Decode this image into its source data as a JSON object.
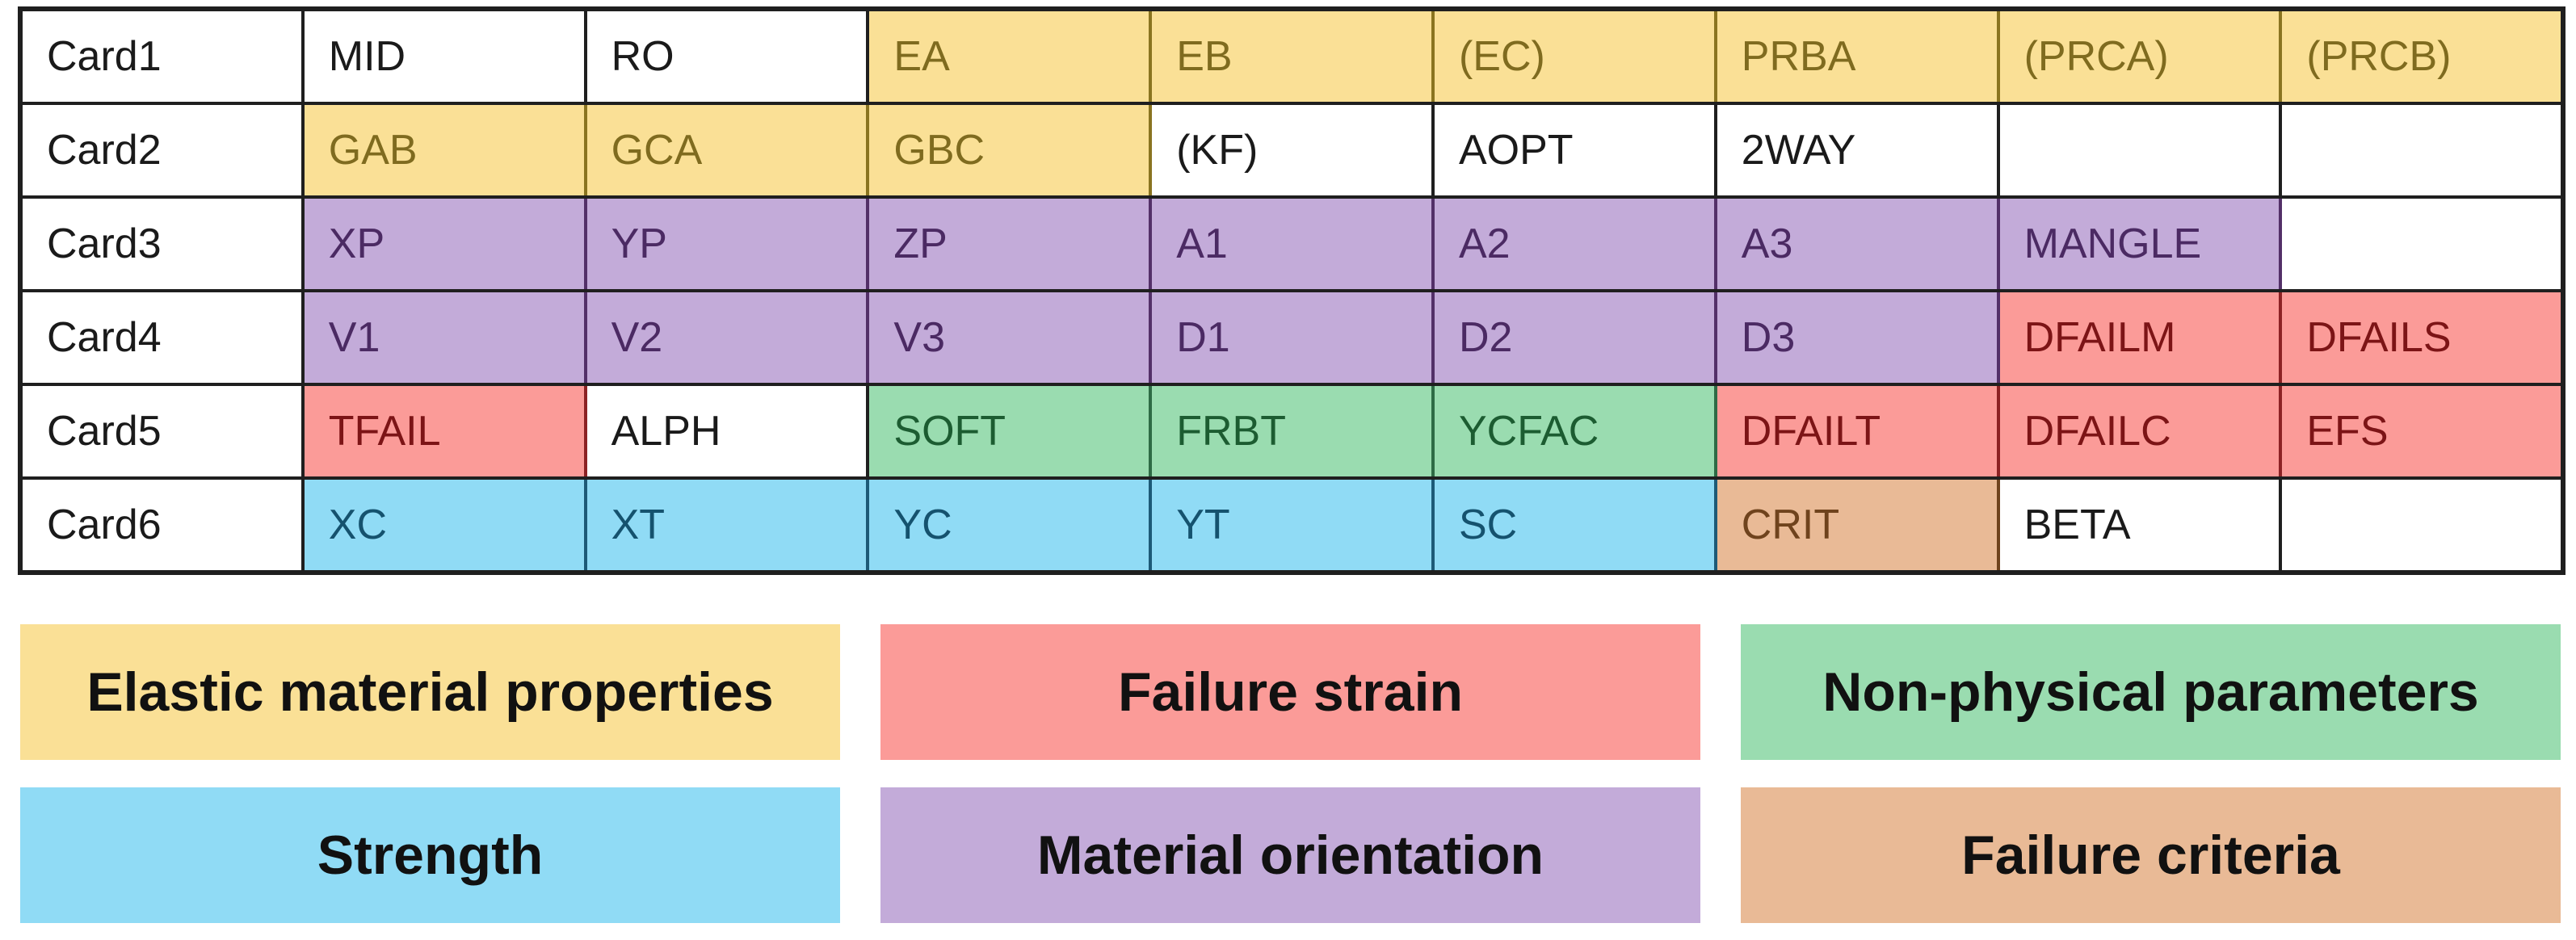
{
  "palette": {
    "white": {
      "bg": "#ffffff",
      "text": "#1a1a1a"
    },
    "yellow": {
      "bg": "#fae096",
      "text": "#7f6b1f",
      "border": "#8a7420"
    },
    "red": {
      "bg": "#fb9b98",
      "text": "#7c1416",
      "border": "#8c2224"
    },
    "purple": {
      "bg": "#c3abd9",
      "text": "#4b2a63",
      "border": "#533068"
    },
    "green": {
      "bg": "#9adcb0",
      "text": "#1c5c31",
      "border": "#2e6b45"
    },
    "blue": {
      "bg": "#90dbf5",
      "text": "#15526e",
      "border": "#1d5a77"
    },
    "tan": {
      "bg": "#e9ba96",
      "text": "#6f431d",
      "border": "#6f431d"
    }
  },
  "table": {
    "rows": [
      {
        "label": "Card1",
        "cells": [
          {
            "text": "MID",
            "color": "white"
          },
          {
            "text": "RO",
            "color": "white"
          },
          {
            "text": "EA",
            "color": "yellow"
          },
          {
            "text": "EB",
            "color": "yellow"
          },
          {
            "text": "(EC)",
            "color": "yellow"
          },
          {
            "text": "PRBA",
            "color": "yellow"
          },
          {
            "text": "(PRCA)",
            "color": "yellow"
          },
          {
            "text": "(PRCB)",
            "color": "yellow"
          }
        ]
      },
      {
        "label": "Card2",
        "cells": [
          {
            "text": "GAB",
            "color": "yellow"
          },
          {
            "text": "GCA",
            "color": "yellow"
          },
          {
            "text": "GBC",
            "color": "yellow"
          },
          {
            "text": "(KF)",
            "color": "white"
          },
          {
            "text": "AOPT",
            "color": "white"
          },
          {
            "text": "2WAY",
            "color": "white"
          },
          {
            "text": "",
            "color": "white"
          },
          {
            "text": "",
            "color": "white"
          }
        ]
      },
      {
        "label": "Card3",
        "cells": [
          {
            "text": "XP",
            "color": "purple"
          },
          {
            "text": "YP",
            "color": "purple"
          },
          {
            "text": "ZP",
            "color": "purple"
          },
          {
            "text": "A1",
            "color": "purple"
          },
          {
            "text": "A2",
            "color": "purple"
          },
          {
            "text": "A3",
            "color": "purple"
          },
          {
            "text": "MANGLE",
            "color": "purple"
          },
          {
            "text": "",
            "color": "white"
          }
        ]
      },
      {
        "label": "Card4",
        "cells": [
          {
            "text": "V1",
            "color": "purple"
          },
          {
            "text": "V2",
            "color": "purple"
          },
          {
            "text": "V3",
            "color": "purple"
          },
          {
            "text": "D1",
            "color": "purple"
          },
          {
            "text": "D2",
            "color": "purple"
          },
          {
            "text": "D3",
            "color": "purple"
          },
          {
            "text": "DFAILM",
            "color": "red"
          },
          {
            "text": "DFAILS",
            "color": "red"
          }
        ]
      },
      {
        "label": "Card5",
        "cells": [
          {
            "text": "TFAIL",
            "color": "red"
          },
          {
            "text": "ALPH",
            "color": "white"
          },
          {
            "text": "SOFT",
            "color": "green"
          },
          {
            "text": "FRBT",
            "color": "green"
          },
          {
            "text": "YCFAC",
            "color": "green"
          },
          {
            "text": "DFAILT",
            "color": "red"
          },
          {
            "text": "DFAILC",
            "color": "red"
          },
          {
            "text": "EFS",
            "color": "red"
          }
        ]
      },
      {
        "label": "Card6",
        "cells": [
          {
            "text": "XC",
            "color": "blue"
          },
          {
            "text": "XT",
            "color": "blue"
          },
          {
            "text": "YC",
            "color": "blue"
          },
          {
            "text": "YT",
            "color": "blue"
          },
          {
            "text": "SC",
            "color": "blue"
          },
          {
            "text": "CRIT",
            "color": "tan"
          },
          {
            "text": "BETA",
            "color": "white"
          },
          {
            "text": "",
            "color": "white"
          }
        ]
      }
    ]
  },
  "legend": {
    "rows": [
      [
        {
          "label": "Elastic material properties",
          "color": "yellow"
        },
        {
          "label": "Failure strain",
          "color": "red"
        },
        {
          "label": "Non-physical parameters",
          "color": "green"
        }
      ],
      [
        {
          "label": "Strength",
          "color": "blue"
        },
        {
          "label": "Material orientation",
          "color": "purple"
        },
        {
          "label": "Failure criteria",
          "color": "tan"
        }
      ]
    ]
  }
}
